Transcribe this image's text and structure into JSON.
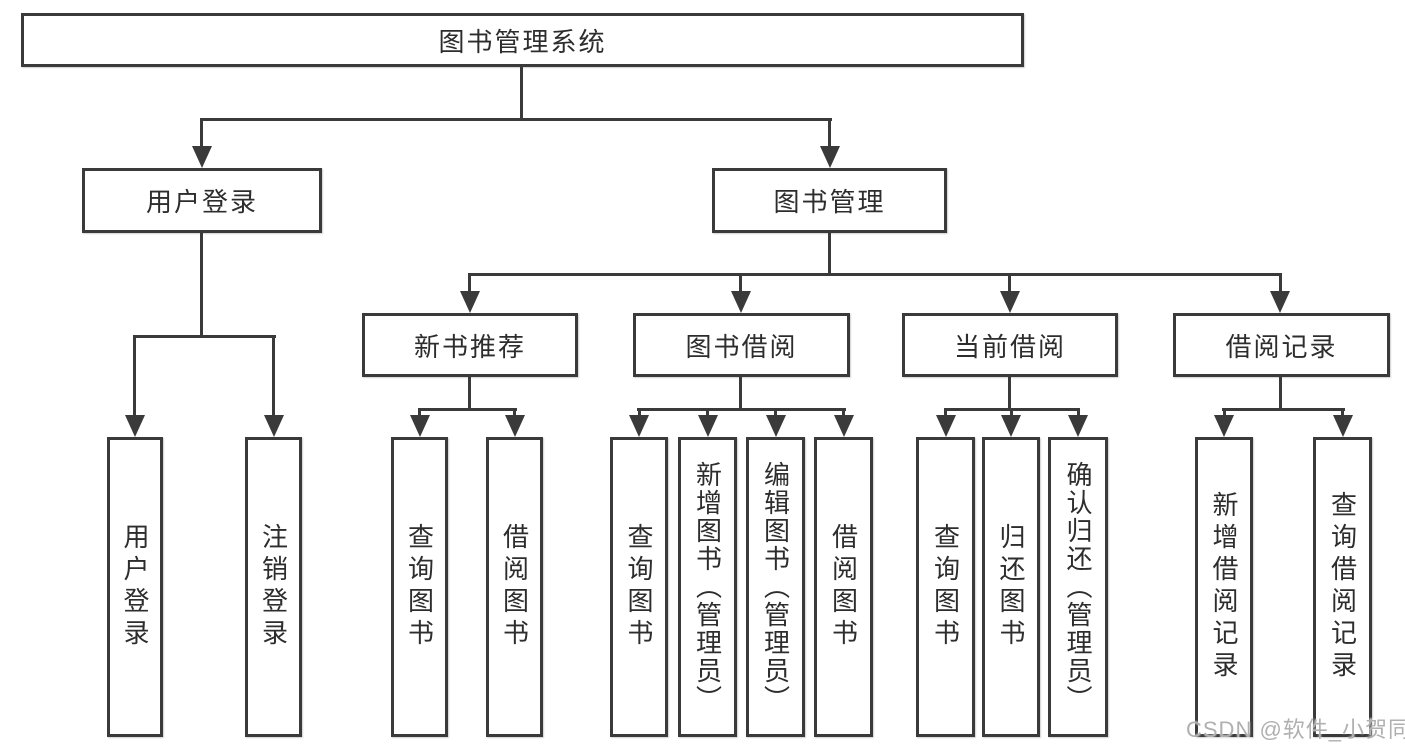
{
  "tree": {
    "root": {
      "label": "图书管理系统"
    },
    "branches": [
      {
        "label": "用户登录",
        "leaves": [
          {
            "label": "用户登录"
          },
          {
            "label": "注销登录"
          }
        ]
      },
      {
        "label": "图书管理",
        "groups": [
          {
            "label": "新书推荐",
            "leaves": [
              {
                "label": "查询图书"
              },
              {
                "label": "借阅图书"
              }
            ]
          },
          {
            "label": "图书借阅",
            "leaves": [
              {
                "label": "查询图书"
              },
              {
                "label": "新增图书（管理员）"
              },
              {
                "label": "编辑图书（管理员）"
              },
              {
                "label": "借阅图书"
              }
            ]
          },
          {
            "label": "当前借阅",
            "leaves": [
              {
                "label": "查询图书"
              },
              {
                "label": "归还图书"
              },
              {
                "label": "确认归还（管理员）"
              }
            ]
          },
          {
            "label": "借阅记录",
            "leaves": [
              {
                "label": "新增借阅记录"
              },
              {
                "label": "查询借阅记录"
              }
            ]
          }
        ]
      }
    ]
  },
  "colors": {
    "line": "#3a3a3a",
    "text": "#2d2d2d",
    "watermark": "#b0b0b0",
    "background": "#ffffff"
  },
  "watermark": {
    "text": "CSDN @软件_小贺同学"
  }
}
